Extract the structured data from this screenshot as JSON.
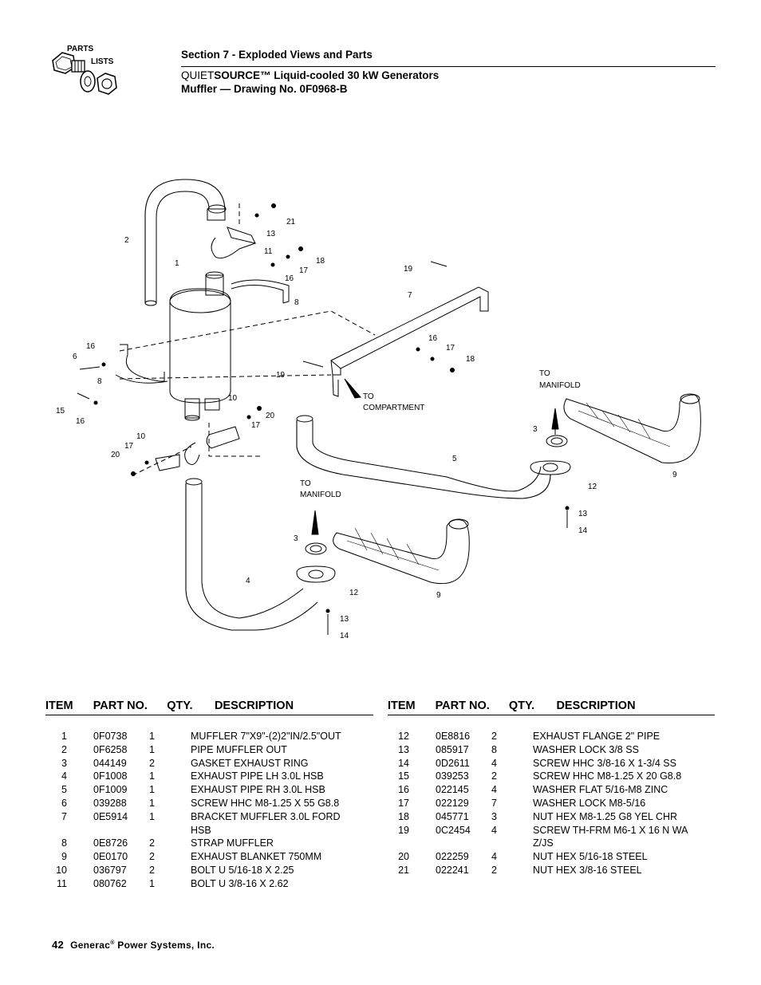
{
  "logo": {
    "line1": "PARTS",
    "line2": "LISTS"
  },
  "header": {
    "section": "Section 7 - Exploded Views and Parts",
    "product_prefix": "QUIET",
    "product_bold": "SOURCE™",
    "product_rest": " Liquid-cooled 30 kW Generators",
    "drawing_title": "Muffler — Drawing No. 0F0968-B"
  },
  "drawing": {
    "labels": {
      "to_compartment_1": "TO",
      "to_compartment_2": "COMPARTMENT",
      "to_manifold_a1": "TO",
      "to_manifold_a2": "MANIFOLD",
      "to_manifold_b1": "TO",
      "to_manifold_b2": "MANIFOLD"
    },
    "callouts": [
      "1",
      "2",
      "3",
      "3",
      "4",
      "5",
      "6",
      "7",
      "8",
      "8",
      "9",
      "9",
      "10",
      "10",
      "11",
      "12",
      "12",
      "13",
      "13",
      "13",
      "14",
      "14",
      "15",
      "16",
      "16",
      "16",
      "16",
      "17",
      "17",
      "17",
      "17",
      "18",
      "18",
      "19",
      "19",
      "20",
      "20",
      "21"
    ]
  },
  "table": {
    "headers": {
      "item": "ITEM",
      "part": "PART NO.",
      "qty": "QTY.",
      "desc": "DESCRIPTION"
    },
    "left": [
      {
        "item": "1",
        "part": "0F0738",
        "qty": "1",
        "desc": "MUFFLER 7\"X9\"-(2)2\"IN/2.5\"OUT"
      },
      {
        "item": "2",
        "part": "0F6258",
        "qty": "1",
        "desc": "PIPE MUFFLER OUT"
      },
      {
        "item": "3",
        "part": "044149",
        "qty": "2",
        "desc": "GASKET EXHAUST RING"
      },
      {
        "item": "4",
        "part": "0F1008",
        "qty": "1",
        "desc": "EXHAUST PIPE LH 3.0L HSB"
      },
      {
        "item": "5",
        "part": "0F1009",
        "qty": "1",
        "desc": "EXHAUST PIPE RH 3.0L HSB"
      },
      {
        "item": "6",
        "part": "039288",
        "qty": "1",
        "desc": "SCREW HHC M8-1.25 X 55 G8.8"
      },
      {
        "item": "7",
        "part": "0E5914",
        "qty": "1",
        "desc": "BRACKET MUFFLER 3.0L FORD",
        "desc2": "HSB"
      },
      {
        "item": "8",
        "part": "0E8726",
        "qty": "2",
        "desc": "STRAP MUFFLER"
      },
      {
        "item": "9",
        "part": "0E0170",
        "qty": "2",
        "desc": "EXHAUST BLANKET 750MM"
      },
      {
        "item": "10",
        "part": "036797",
        "qty": "2",
        "desc": "BOLT U 5/16-18 X 2.25"
      },
      {
        "item": "11",
        "part": "080762",
        "qty": "1",
        "desc": "BOLT U 3/8-16 X 2.62"
      }
    ],
    "right": [
      {
        "item": "12",
        "part": "0E8816",
        "qty": "2",
        "desc": "EXHAUST FLANGE 2\" PIPE"
      },
      {
        "item": "13",
        "part": "085917",
        "qty": "8",
        "desc": "WASHER LOCK 3/8 SS"
      },
      {
        "item": "14",
        "part": "0D2611",
        "qty": "4",
        "desc": "SCREW HHC 3/8-16 X 1-3/4 SS"
      },
      {
        "item": "15",
        "part": "039253",
        "qty": "2",
        "desc": "SCREW HHC M8-1.25 X 20 G8.8"
      },
      {
        "item": "16",
        "part": "022145",
        "qty": "4",
        "desc": "WASHER FLAT 5/16-M8 ZINC"
      },
      {
        "item": "17",
        "part": "022129",
        "qty": "7",
        "desc": "WASHER LOCK M8-5/16"
      },
      {
        "item": "18",
        "part": "045771",
        "qty": "3",
        "desc": "NUT HEX M8-1.25 G8 YEL CHR"
      },
      {
        "item": "19",
        "part": "0C2454",
        "qty": "4",
        "desc": "SCREW TH-FRM M6-1 X 16 N WA",
        "desc2": "Z/JS"
      },
      {
        "item": "20",
        "part": "022259",
        "qty": "4",
        "desc": "NUT HEX 5/16-18 STEEL"
      },
      {
        "item": "21",
        "part": "022241",
        "qty": "2",
        "desc": "NUT HEX 3/8-16 STEEL"
      }
    ]
  },
  "footer": {
    "page": "42",
    "company": "Generac",
    "reg": "®",
    "company_rest": " Power Systems, Inc."
  }
}
